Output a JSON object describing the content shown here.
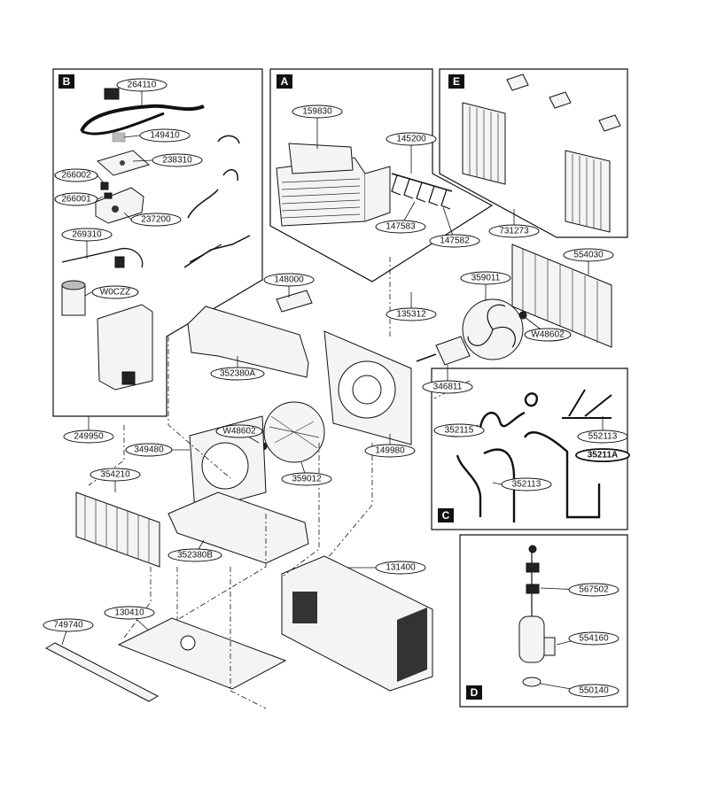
{
  "sections": {
    "a": "A",
    "b": "B",
    "c": "C",
    "d": "D",
    "e": "E"
  },
  "parts": {
    "p264110": "264110",
    "p149410": "149410",
    "p238310": "238310",
    "p266002": "266002",
    "p266001": "266001",
    "p237200": "237200",
    "p269310": "269310",
    "pW0CZZ": "W0CZZ",
    "p249950": "249950",
    "p159830": "159830",
    "p145200": "145200",
    "p147583": "147583",
    "p147582": "147582",
    "p135312": "135312",
    "p731273": "731273",
    "p554030": "554030",
    "p359011": "359011",
    "pW48602a": "W48602",
    "p148000": "148000",
    "p352380A": "352380A",
    "p346811": "346811",
    "p149980": "149980",
    "p349480": "349480",
    "pW48602b": "W48602",
    "p359012": "359012",
    "p354210": "354210",
    "p352380B": "352380B",
    "p352115": "352115",
    "p552113": "552113",
    "p35211A": "35211A",
    "p352113": "352113",
    "p131400": "131400",
    "p567502": "567502",
    "p554160": "554160",
    "p550140": "550140",
    "p130410": "130410",
    "p749740": "749740"
  }
}
